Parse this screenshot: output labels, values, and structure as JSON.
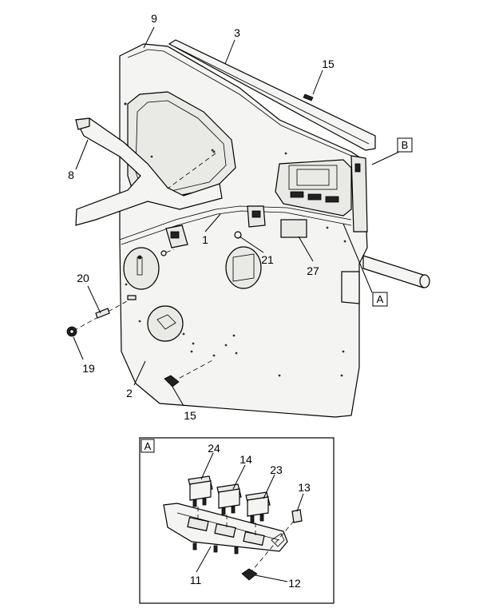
{
  "callouts": {
    "c1": "1",
    "c2": "2",
    "c3": "3",
    "c8": "8",
    "c9": "9",
    "c11": "11",
    "c12": "12",
    "c13": "13",
    "c14": "14",
    "c15a": "15",
    "c15b": "15",
    "c19": "19",
    "c20": "20",
    "c21": "21",
    "c23": "23",
    "c24": "24",
    "c27": "27"
  },
  "view_refs": {
    "a_marker": "A",
    "b_marker": "B",
    "detail_a_label": "A"
  },
  "colors": {
    "line": "#000000",
    "part_fill": "#f4f4f2",
    "background": "#ffffff"
  }
}
